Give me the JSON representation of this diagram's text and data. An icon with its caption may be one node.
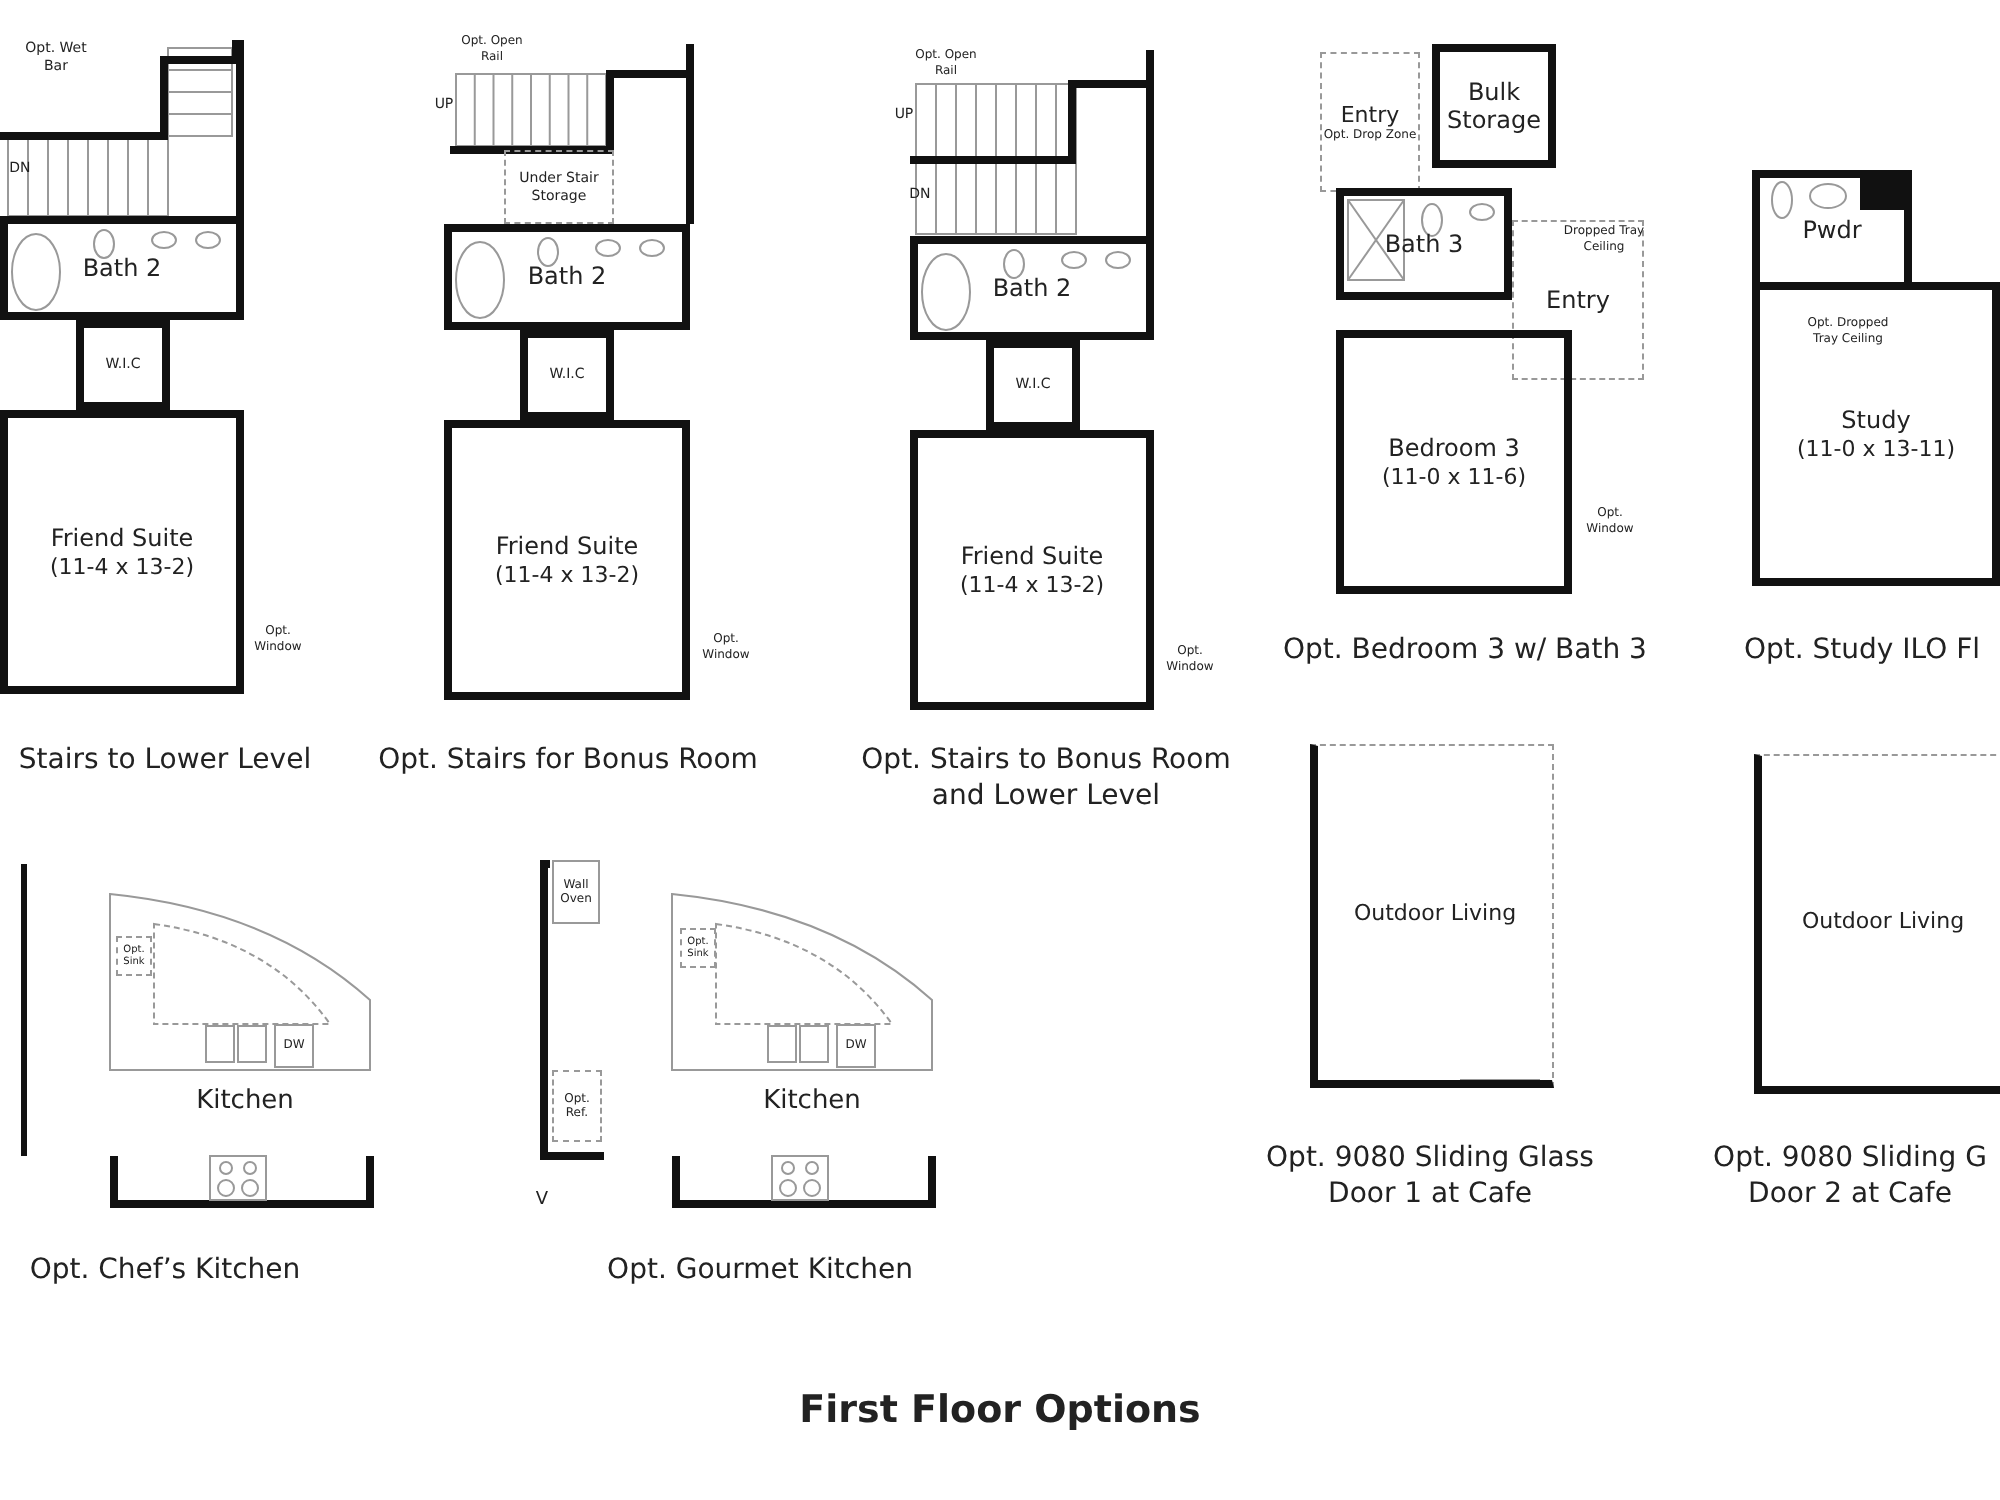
{
  "diagram": {
    "title": "First Floor Options",
    "nodes": [
      {
        "text": [
          "Bath 2"
        ]
      },
      {
        "text": [
          "W.I.C"
        ]
      },
      {
        "text": [
          "Friend Suite",
          "(11-4 x 13-2)"
        ]
      },
      {
        "text": [
          "Under Stair Storage"
        ]
      },
      {
        "text": [
          "Bath 2"
        ]
      },
      {
        "text": [
          "W.I.C"
        ]
      },
      {
        "text": [
          "Friend Suite",
          "(11-4 x 13-2)"
        ]
      },
      {
        "text": [
          "Bath 2"
        ]
      },
      {
        "text": [
          "W.I.C"
        ]
      },
      {
        "text": [
          "Friend Suite",
          "(11-4 x 13-2)"
        ]
      },
      {
        "text": [
          "Entry",
          "Opt. Drop Zone"
        ]
      },
      {
        "text": [
          "Bulk Storage"
        ]
      },
      {
        "text": [
          "Bath 3"
        ]
      },
      {
        "text": [
          "Entry"
        ]
      },
      {
        "text": [
          "Bedroom 3",
          "(11-0 x 11-6)"
        ]
      },
      {
        "text": [
          "Pwdr"
        ]
      },
      {
        "text": [
          "Study",
          "(11-0 x 13-11)"
        ]
      },
      {
        "text": [
          "Opt. Sink"
        ]
      },
      {
        "text": [
          "DW"
        ]
      },
      {
        "text": [
          "Wall Oven"
        ]
      },
      {
        "text": [
          "Opt. Ref."
        ]
      },
      {
        "text": [
          "Opt. Sink"
        ]
      },
      {
        "text": [
          "DW"
        ]
      },
      {
        "text": [
          "Outdoor Living"
        ]
      },
      {
        "text": [
          "Outdoor Living"
        ]
      }
    ],
    "labels": [
      "Opt. Wet Bar",
      "DN",
      "Opt. Window",
      "Stairs to Lower Level",
      "Opt. Open Rail",
      "UP",
      "Opt. Window",
      "Opt. Stairs for Bonus Room",
      "Opt. Open Rail",
      "UP",
      "DN",
      "Opt. Window",
      "Opt. Stairs to Bonus Room and Lower Level",
      "Dropped Tray Ceiling",
      "Opt. Window",
      "Opt. Bedroom 3 w/ Bath 3",
      "Opt. Dropped Tray Ceiling",
      "Opt. Study ILO Fl",
      "Kitchen",
      "Opt. Chef’s Kitchen",
      "V",
      "Kitchen",
      "Opt. Gourmet Kitchen",
      "Opt. 9080 Sliding Glass Door 1 at Cafe",
      "Opt. 9080 Sliding G Door 2 at Cafe"
    ]
  }
}
